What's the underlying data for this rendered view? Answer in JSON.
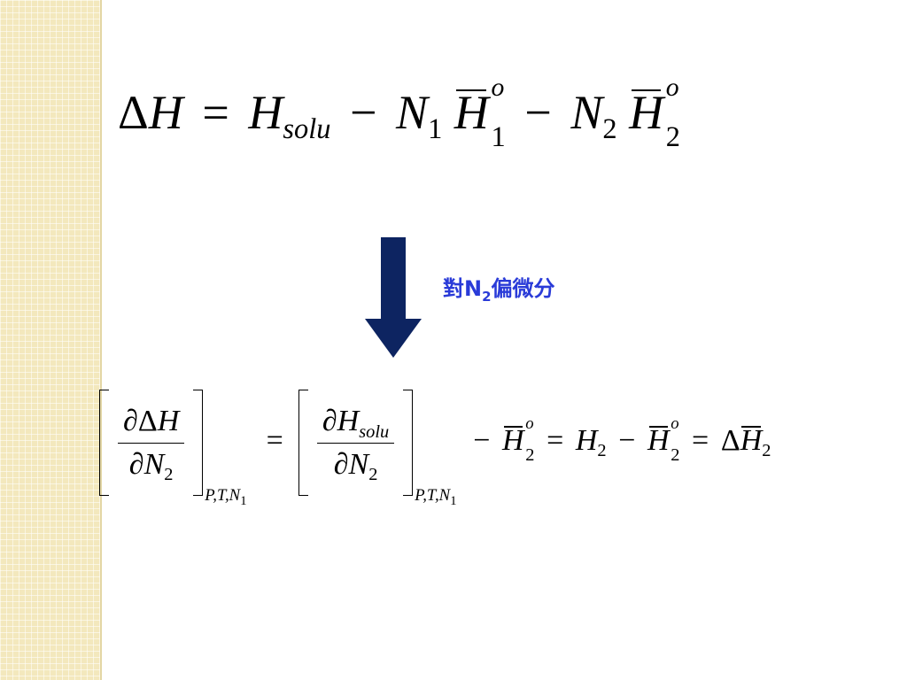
{
  "equation1": {
    "delta": "Δ",
    "H": "H",
    "equals": "=",
    "H_solu_base": "H",
    "H_solu_sub": "solu",
    "minus": "−",
    "N": "N",
    "sub_1": "1",
    "sub_2": "2",
    "sup_o": "o"
  },
  "arrow": {
    "color": "#0d2461",
    "label_prefix": "對N",
    "label_sub": "2",
    "label_suffix": "偏微分",
    "label_color": "#2a3bd8"
  },
  "equation2": {
    "partial": "∂",
    "delta": "Δ",
    "H": "H",
    "N": "N",
    "solu": "solu",
    "sub_2": "2",
    "sub_1": "1",
    "equals": "=",
    "minus": "−",
    "sup_o": "o",
    "cond_P": "P",
    "cond_T": "T",
    "comma": ","
  },
  "colors": {
    "sidebar": "#f3e8bd",
    "background": "#ffffff"
  }
}
